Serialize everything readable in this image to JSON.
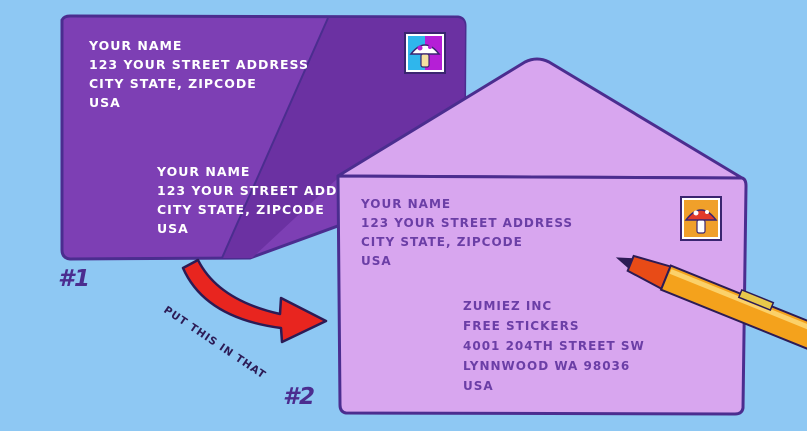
{
  "colors": {
    "background": "#8ec8f3",
    "envelope1_fill": "#7d3fb4",
    "envelope1_flap": "#6d32a3",
    "envelope2_fill": "#d8a6ef",
    "envelope_outline": "#4b2d8f",
    "arrow": "#e8251f",
    "pen_body": "#f4a21c",
    "pen_tip": "#e84b17"
  },
  "envelope1": {
    "return_address": {
      "line1": "YOUR NAME",
      "line2": "123 YOUR STREET ADDRESS",
      "line3": "CITY STATE, ZIPCODE",
      "line4": "USA"
    },
    "recipient_address": {
      "line1": "YOUR NAME",
      "line2": "123 YOUR STREET ADDRESS",
      "line3": "CITY STATE, ZIPCODE",
      "line4": "USA"
    },
    "label": "#1",
    "stamp_icon": "mushroom-stamp-icon"
  },
  "arrow": {
    "caption": "PUT THIS IN THAT",
    "icon": "curved-arrow-icon"
  },
  "envelope2": {
    "return_address": {
      "line1": "YOUR NAME",
      "line2": "123 YOUR STREET ADDRESS",
      "line3": "CITY STATE, ZIPCODE",
      "line4": "USA"
    },
    "recipient_address": {
      "line1": "ZUMIEZ INC",
      "line2": "FREE STICKERS",
      "line3": "4001 204TH STREET SW",
      "line4": "LYNNWOOD WA 98036",
      "line5": "USA"
    },
    "label": "#2",
    "stamp_icon": "mushroom-stamp-icon"
  },
  "pen": {
    "icon": "pen-icon"
  }
}
